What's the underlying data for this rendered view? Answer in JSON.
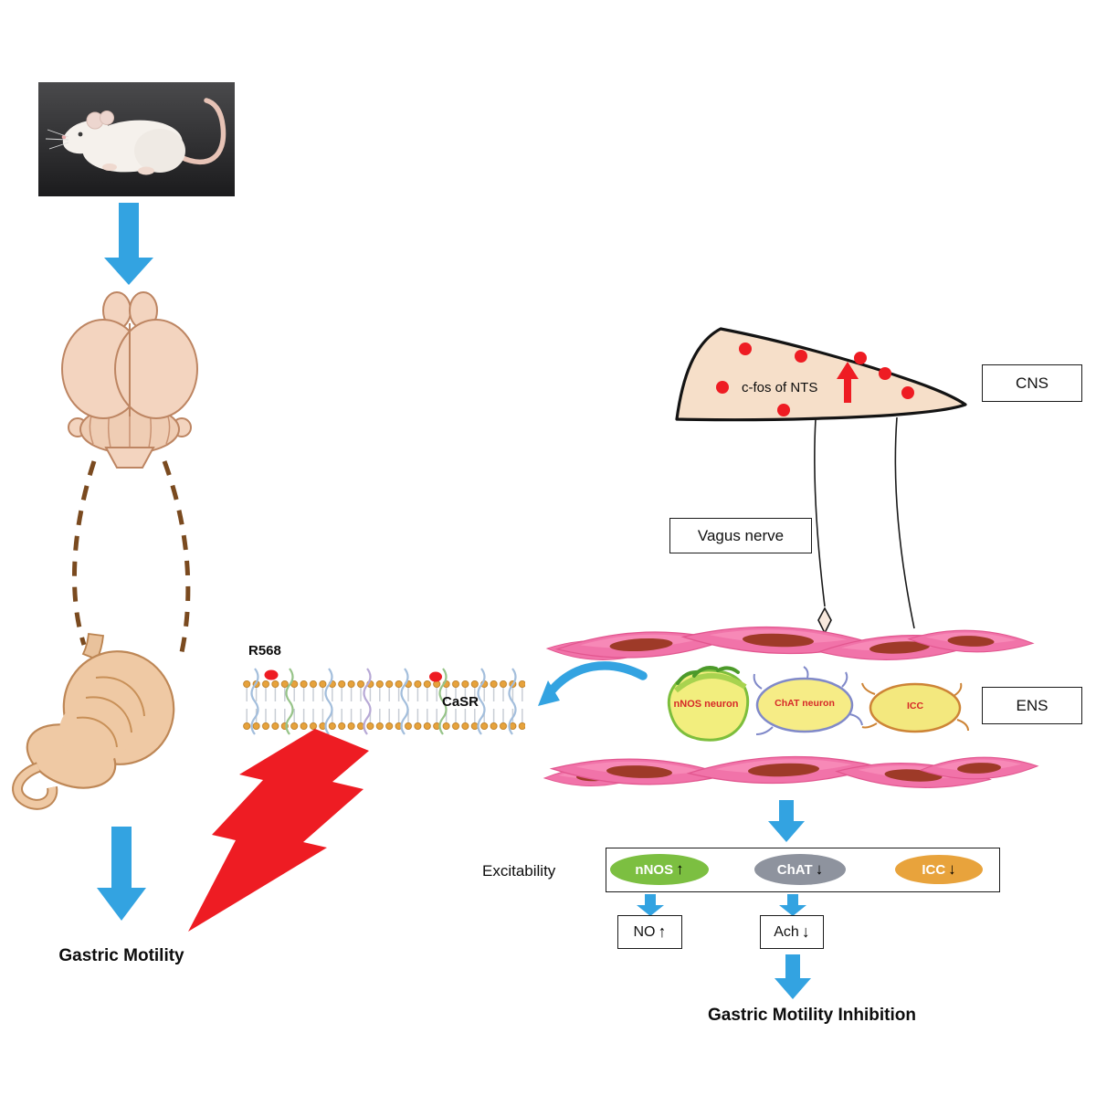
{
  "colors": {
    "arrow_blue": "#33A3E1",
    "red": "#EE1C23",
    "muscle_pink": "#F173A9",
    "cns_slice_fill": "#F6DFC9",
    "nnos_green": "#7CBF41",
    "chat_gray": "#8E939E",
    "icc_orange": "#E8A33C"
  },
  "left_panel": {
    "gastric_motility_label": "Gastric Motility"
  },
  "membrane": {
    "ligand_label": "R568",
    "receptor_label": "CaSR"
  },
  "cns": {
    "box_label": "CNS",
    "cfos_label": "c-fos of NTS"
  },
  "vagus": {
    "box_label": "Vagus nerve"
  },
  "ens": {
    "box_label": "ENS",
    "neurons": [
      {
        "label": "nNOS neuron"
      },
      {
        "label": "ChAT neuron"
      },
      {
        "label": "ICC"
      }
    ]
  },
  "excitability": {
    "label": "Excitability",
    "items": [
      {
        "label": "nNOS",
        "arrow": "↑",
        "color": "#7CBF41"
      },
      {
        "label": "ChAT",
        "arrow": "↓",
        "color": "#8E939E"
      },
      {
        "label": "ICC",
        "arrow": "↓",
        "color": "#E8A33C"
      }
    ]
  },
  "mediators": {
    "no": {
      "label": "NO",
      "arrow": "↑"
    },
    "ach": {
      "label": "Ach",
      "arrow": "↓"
    }
  },
  "footer": {
    "inhibition_label": "Gastric Motility Inhibition"
  }
}
